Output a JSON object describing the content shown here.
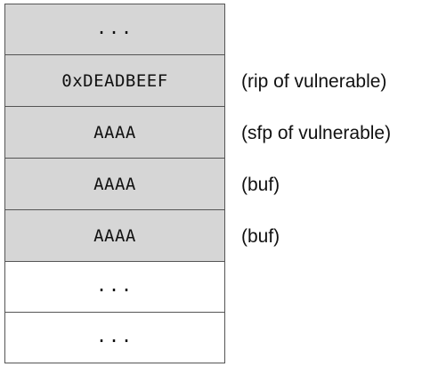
{
  "stack": {
    "rows": [
      {
        "text": "...",
        "label": "",
        "filled": true
      },
      {
        "text": "0xDEADBEEF",
        "label": "(rip of vulnerable)",
        "filled": true
      },
      {
        "text": "AAAA",
        "label": "(sfp of vulnerable)",
        "filled": true
      },
      {
        "text": "AAAA",
        "label": "(buf)",
        "filled": true
      },
      {
        "text": "AAAA",
        "label": "(buf)",
        "filled": true
      },
      {
        "text": "...",
        "label": "",
        "filled": false
      },
      {
        "text": "...",
        "label": "",
        "filled": false
      }
    ]
  },
  "colors": {
    "filled_cell": "#d6d6d6",
    "empty_cell": "#ffffff",
    "border": "#555555"
  }
}
